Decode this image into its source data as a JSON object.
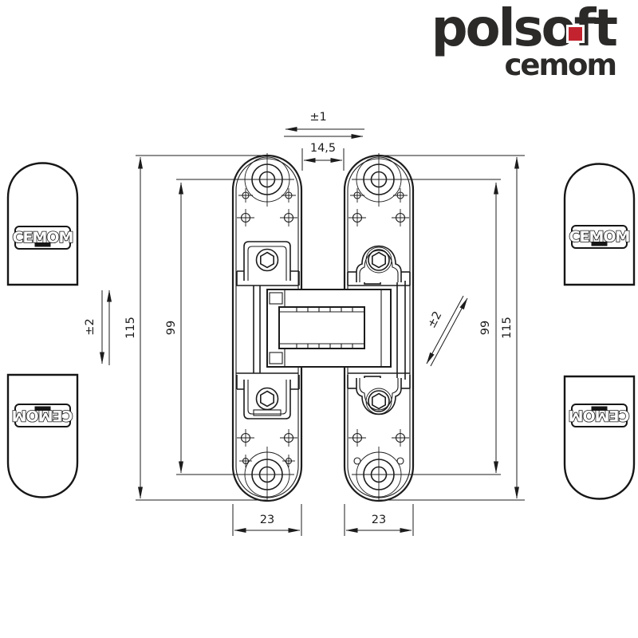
{
  "header": {
    "brand": "polsoft",
    "sub_brand": "cemom",
    "brand_color": "#2b2a29",
    "accent_color": "#c2232e"
  },
  "drawing": {
    "line_color": "#1c1c1c",
    "dimensions": {
      "horizontal_adjustment": "±1",
      "gap_width": "14,5",
      "left_overall_height": "115",
      "left_screw_spacing": "99",
      "vertical_adjustment": "±2",
      "right_screw_spacing": "99",
      "right_overall_height": "115",
      "depth_adjustment": "±2",
      "left_plate_width": "23",
      "right_plate_width": "23"
    },
    "caps": {
      "top_left_logo": "CEMOM",
      "bottom_left_logo": "CEMOM",
      "top_right_logo": "CEMOM",
      "bottom_right_logo": "CEMOM"
    }
  }
}
